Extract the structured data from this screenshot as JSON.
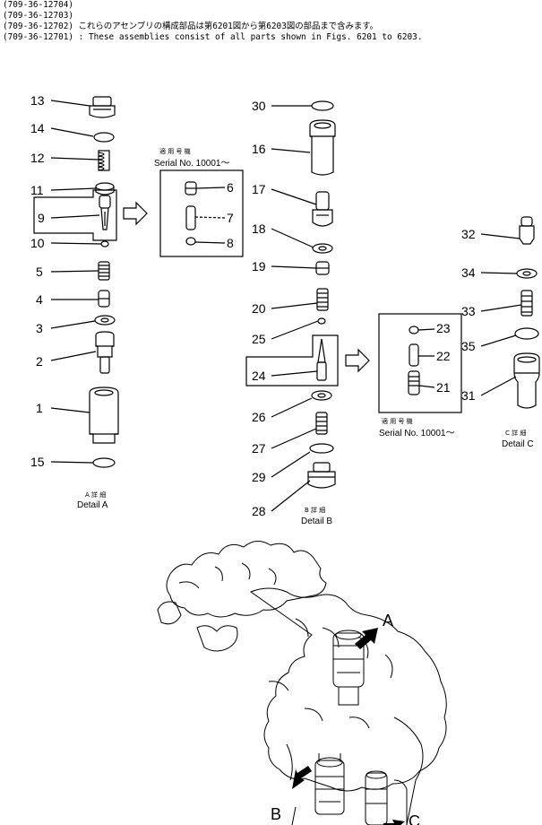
{
  "header": {
    "line1": "(709-36-12704)",
    "line2": "(709-36-12703)",
    "line3": "(709-36-12702)  これらのアセンブリの構成部品は第6201図から第6203図の部品まで含みます。",
    "line4": "(709-36-12701) : These assemblies consist of all parts shown in Figs. 6201 to 6203."
  },
  "callouts": {
    "c1": "1",
    "c2": "2",
    "c3": "3",
    "c4": "4",
    "c5": "5",
    "c6": "6",
    "c7": "7",
    "c8": "8",
    "c9": "9",
    "c10": "10",
    "c11": "11",
    "c12": "12",
    "c13": "13",
    "c14": "14",
    "c15": "15",
    "c16": "16",
    "c17": "17",
    "c18": "18",
    "c19": "19",
    "c20": "20",
    "c21": "21",
    "c22": "22",
    "c23": "23",
    "c24": "24",
    "c25": "25",
    "c26": "26",
    "c27": "27",
    "c28": "28",
    "c29": "29",
    "c30": "30",
    "c31": "31",
    "c32": "32",
    "c33": "33",
    "c34": "34",
    "c35": "35"
  },
  "serial_a": {
    "jp": "適 用 号 機",
    "en": "Serial No. 10001～"
  },
  "serial_b": {
    "jp": "適 用 号 機",
    "en": "Serial No. 10001～"
  },
  "details": {
    "a_jp": "A 詳 細",
    "a_en": "Detail A",
    "b_jp": "B 詳 細",
    "b_en": "Detail B",
    "c_jp": "C 詳 細",
    "c_en": "Detail C"
  },
  "view_labels": {
    "a": "A",
    "b": "B",
    "c": "C"
  }
}
